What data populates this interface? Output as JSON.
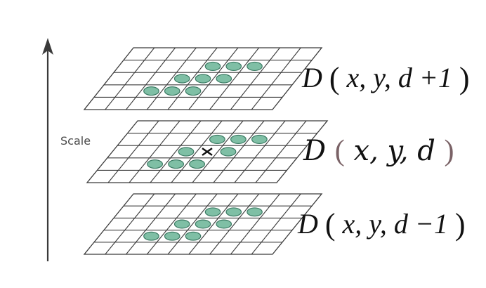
{
  "axis": {
    "label": "Scale"
  },
  "colors": {
    "blob": "#7fbfa5",
    "accent_paren": "#7a6266"
  },
  "layers": [
    {
      "id": "top",
      "label": {
        "func": "D",
        "args": "x, y, d +1"
      },
      "has_center_cross": false
    },
    {
      "id": "middle",
      "label": {
        "func": "D",
        "args": "x, y, d"
      },
      "has_center_cross": true
    },
    {
      "id": "bottom",
      "label": {
        "func": "D",
        "args": "x, y, d −1"
      },
      "has_center_cross": false
    }
  ]
}
